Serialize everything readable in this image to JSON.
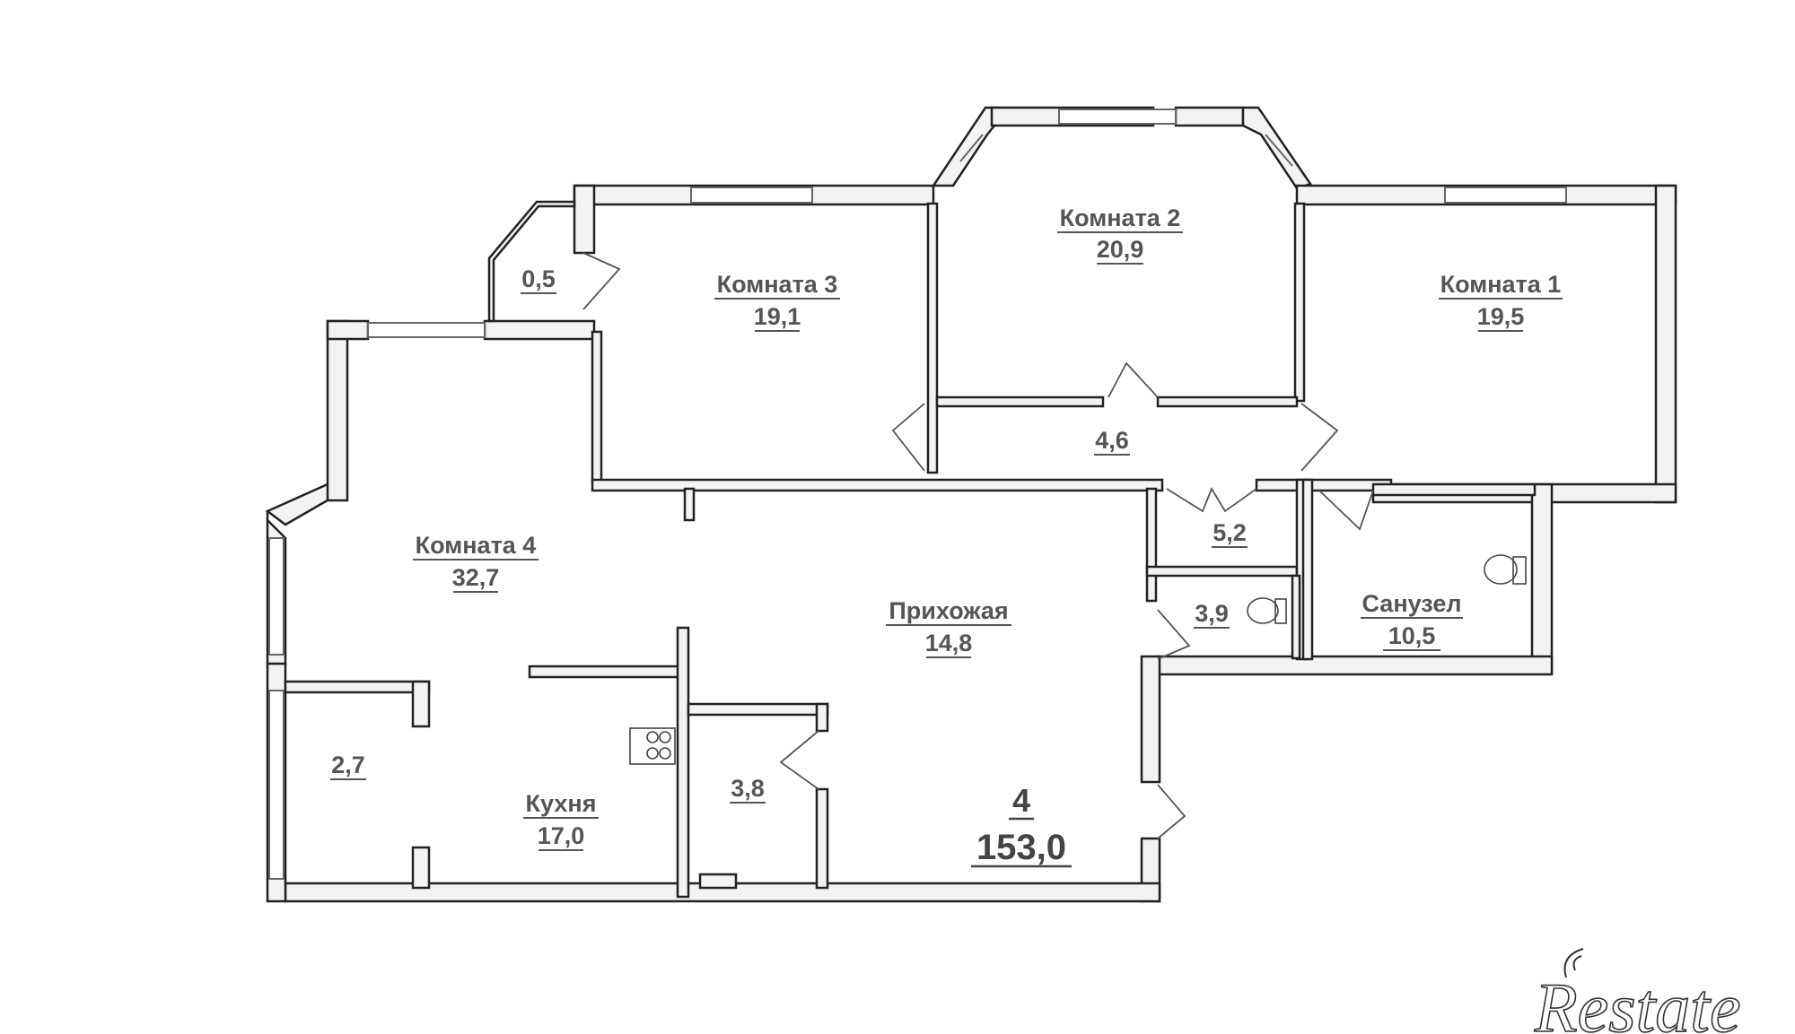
{
  "rooms": {
    "room1": {
      "name": "Комната 1",
      "area": "19,5"
    },
    "room2": {
      "name": "Комната 2",
      "area": "20,9"
    },
    "room3": {
      "name": "Комната 3",
      "area": "19,1"
    },
    "room4": {
      "name": "Комната 4",
      "area": "32,7"
    },
    "hall": {
      "name": "Прихожая",
      "area": "14,8"
    },
    "kitchen": {
      "name": "Кухня",
      "area": "17,0"
    },
    "bathroom": {
      "name": "Санузел",
      "area": "10,5"
    },
    "closet_top": {
      "area": "0,5"
    },
    "corridor": {
      "area": "4,6"
    },
    "storage": {
      "area": "5,2"
    },
    "wc": {
      "area": "3,9"
    },
    "pantry": {
      "area": "3,8"
    },
    "loggia": {
      "area": "2,7"
    }
  },
  "summary": {
    "room_count": "4",
    "total_area": "153,0"
  },
  "brand": "Restate"
}
